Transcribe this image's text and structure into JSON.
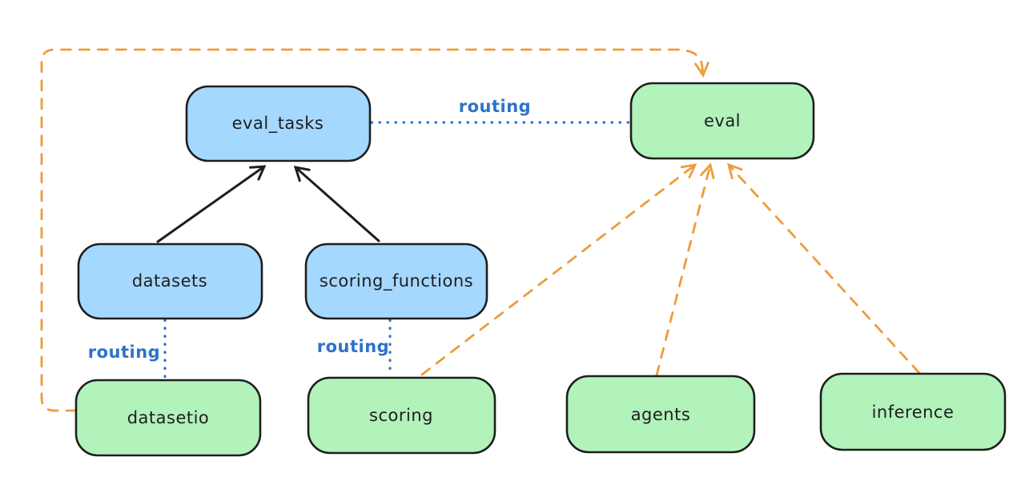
{
  "diagram": {
    "background": "#ffffff",
    "colors": {
      "resource_fill": "#a5d8ff",
      "api_fill": "#b2f2bb",
      "node_stroke": "#1e1e1e",
      "node_text": "#1e1e1e",
      "routing_edge": "#2d73c8",
      "provider_edge": "#ee9b3a",
      "solid_edge": "#1e1e1e"
    },
    "nodes": {
      "eval_tasks": {
        "label": "eval_tasks",
        "fill": "blue"
      },
      "eval": {
        "label": "eval",
        "fill": "green"
      },
      "datasets": {
        "label": "datasets",
        "fill": "blue"
      },
      "scoring_functions": {
        "label": "scoring_functions",
        "fill": "blue"
      },
      "datasetio": {
        "label": "datasetio",
        "fill": "green"
      },
      "scoring": {
        "label": "scoring",
        "fill": "green"
      },
      "agents": {
        "label": "agents",
        "fill": "green"
      },
      "inference": {
        "label": "inference",
        "fill": "green"
      }
    },
    "edge_labels": {
      "eval_tasks_eval": "routing",
      "datasets_datasetio": "routing",
      "scoring_functions_scoring": "routing"
    },
    "edges": [
      {
        "from": "datasets",
        "to": "eval_tasks",
        "style": "solid-arrow",
        "color": "#1e1e1e"
      },
      {
        "from": "scoring_functions",
        "to": "eval_tasks",
        "style": "solid-arrow",
        "color": "#1e1e1e"
      },
      {
        "from": "eval_tasks",
        "to": "eval",
        "style": "dotted",
        "color": "#2d73c8",
        "label": "routing"
      },
      {
        "from": "datasets",
        "to": "datasetio",
        "style": "dotted",
        "color": "#2d73c8",
        "label": "routing"
      },
      {
        "from": "scoring_functions",
        "to": "scoring",
        "style": "dotted",
        "color": "#2d73c8",
        "label": "routing"
      },
      {
        "from": "datasetio",
        "to": "eval",
        "style": "dashed-arrow",
        "color": "#ee9b3a"
      },
      {
        "from": "scoring",
        "to": "eval",
        "style": "dashed-arrow",
        "color": "#ee9b3a"
      },
      {
        "from": "agents",
        "to": "eval",
        "style": "dashed-arrow",
        "color": "#ee9b3a"
      },
      {
        "from": "inference",
        "to": "eval",
        "style": "dashed-arrow",
        "color": "#ee9b3a"
      }
    ]
  }
}
